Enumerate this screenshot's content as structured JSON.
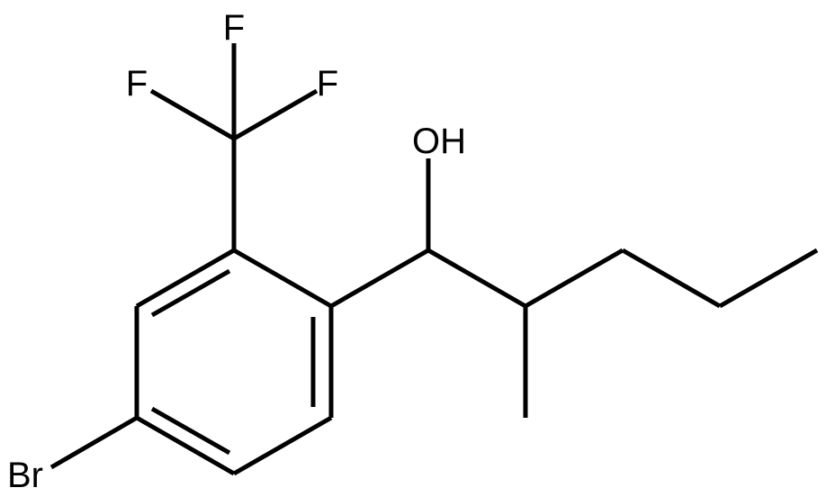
{
  "colors": {
    "background": "#ffffff",
    "bond": "#000000",
    "label": "#000000"
  },
  "atoms": {
    "f_top": "F",
    "f_left": "F",
    "f_right": "F",
    "hydroxyl": "OH",
    "bromine": "Br"
  }
}
